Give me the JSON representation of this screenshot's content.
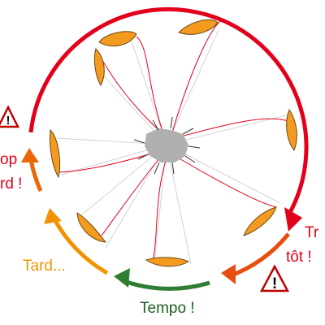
{
  "labels": {
    "trop_tard_line1": "op",
    "trop_tard_line2": "rd !",
    "tard": "Tard...",
    "tempo": "Tempo !",
    "trop_tot_line1": "Tr",
    "trop_tot_line2": "tôt !"
  },
  "colors": {
    "zone_late": "#e3001b",
    "zone_late_ramp": "#ec6608",
    "zone_slightly_late": "#f39200",
    "zone_tempo": "#2e7d32",
    "zone_early_ramp": "#e84e0f",
    "blade_fill": "#f39a1f",
    "blade_stroke": "#6b4a1a",
    "warning_icon_border": "#c00000",
    "text_tard": "#f39200",
    "text_tempo": "#1b5e20",
    "text_late": "#e3001b"
  },
  "icons": [
    "warning-icon",
    "warning-icon"
  ]
}
